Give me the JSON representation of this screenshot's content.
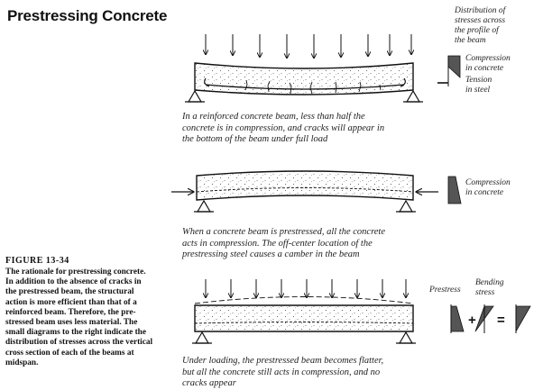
{
  "title": "Prestressing Concrete",
  "dist_header": [
    "Distribution of",
    "stresses across",
    "the profile of",
    "the beam"
  ],
  "labels": {
    "compression1": [
      "Compression",
      "in concrete"
    ],
    "tension": [
      "Tension",
      "in steel"
    ],
    "compression2": [
      "Compression",
      "in concrete"
    ],
    "prestress": "Prestress",
    "bending": [
      "Bending",
      "stress"
    ]
  },
  "captions": {
    "beam1": [
      "In a reinforced concrete beam, less than half the",
      "concrete is in compression, and cracks will appear in",
      "the bottom of the beam under full load"
    ],
    "beam2": [
      "When a concrete beam is prestressed, all the concrete",
      "acts in compression. The off-center location of the",
      "prestressing steel causes a camber in the beam"
    ],
    "beam3": [
      "Under loading, the prestressed beam becomes flatter,",
      "but all the concrete still acts in compression, and no",
      "cracks appear"
    ]
  },
  "figure": {
    "label": "FIGURE 13-34",
    "text": [
      "The rationale for prestressing concrete.",
      "In addition to the absence of cracks in",
      "the prestressed beam, the structural",
      "action is more efficient than that of a",
      "reinforced beam. Therefore, the pre-",
      "stressed beam uses less material. The",
      "small diagrams to the right indicate the",
      "distribution of stresses across the vertical",
      "cross section of each of the beams at",
      "midspan."
    ]
  },
  "symbols": {
    "plus": "+",
    "equals": "="
  }
}
